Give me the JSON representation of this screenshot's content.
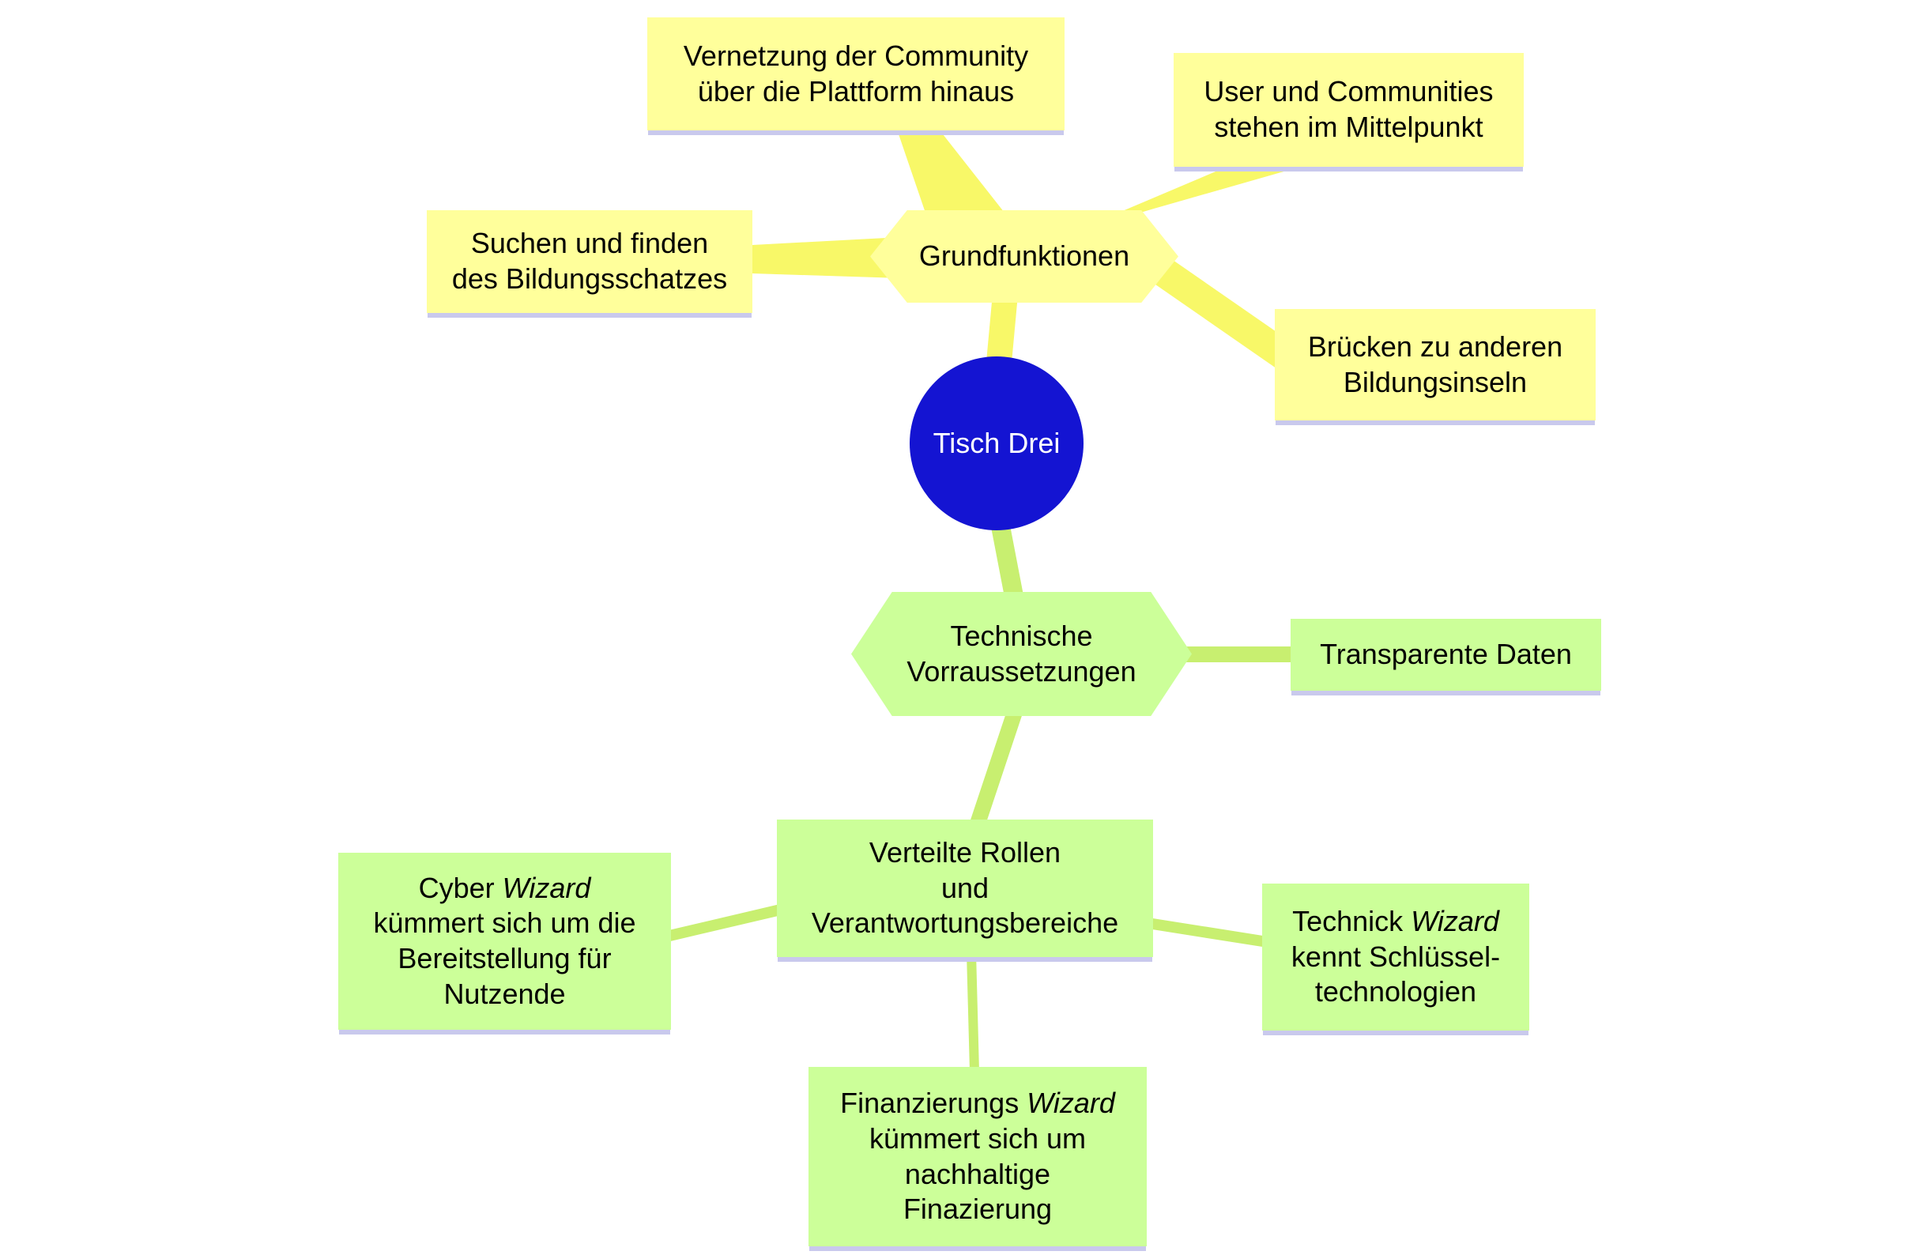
{
  "title": "Tisch Drei Mindmap",
  "root": {
    "label": "Tisch Drei"
  },
  "nodes": {
    "grundfunktionen": {
      "label": "Grundfunktionen"
    },
    "vernetzung": {
      "line1": "Vernetzung der Community",
      "line2": "über die Plattform hinaus"
    },
    "user_communities": {
      "line1": "User und Communities",
      "line2": "stehen im Mittelpunkt"
    },
    "suchen": {
      "line1": "Suchen und finden",
      "line2": "des Bildungsschatzes"
    },
    "bruecken": {
      "line1": "Brücken zu anderen",
      "line2": "Bildungsinseln"
    },
    "technische": {
      "line1": "Technische",
      "line2": "Vorraussetzungen"
    },
    "transparente": {
      "line1": "Transparente Daten"
    },
    "verteilte": {
      "line1": "Verteilte Rollen",
      "line2": "und",
      "line3": "Verantwortungsbereiche"
    },
    "cyber": {
      "line1_pre": "Cyber ",
      "line1_em": "Wizard",
      "line2": "kümmert sich um die",
      "line3": "Bereitstellung für",
      "line4": "Nutzende"
    },
    "technick": {
      "line1_pre": "Technick ",
      "line1_em": "Wizard",
      "line2": "kennt Schlüssel-",
      "line3": "technologien"
    },
    "finanzierung": {
      "line1_pre": "Finanzierungs ",
      "line1_em": "Wizard",
      "line2": "kümmert sich um",
      "line3": "nachhaltige",
      "line4": "Finazierung"
    }
  },
  "edges": [
    {
      "from": "root",
      "to": "grundfunktionen"
    },
    {
      "from": "grundfunktionen",
      "to": "vernetzung"
    },
    {
      "from": "grundfunktionen",
      "to": "user_communities"
    },
    {
      "from": "grundfunktionen",
      "to": "suchen"
    },
    {
      "from": "grundfunktionen",
      "to": "bruecken"
    },
    {
      "from": "root",
      "to": "technische"
    },
    {
      "from": "technische",
      "to": "transparente"
    },
    {
      "from": "technische",
      "to": "verteilte"
    },
    {
      "from": "verteilte",
      "to": "cyber"
    },
    {
      "from": "verteilte",
      "to": "technick"
    },
    {
      "from": "verteilte",
      "to": "finanzierung"
    }
  ],
  "colors": {
    "root_fill": "#1414d2",
    "root_text": "#ffffff",
    "branch_yellow": "#ffff9b",
    "branch_green": "#ccff99",
    "edge_yellow": "#f8f868",
    "edge_green": "#c8ef70",
    "shadow": "#c9c9ed",
    "background": "#ffffff",
    "text": "#000000"
  }
}
